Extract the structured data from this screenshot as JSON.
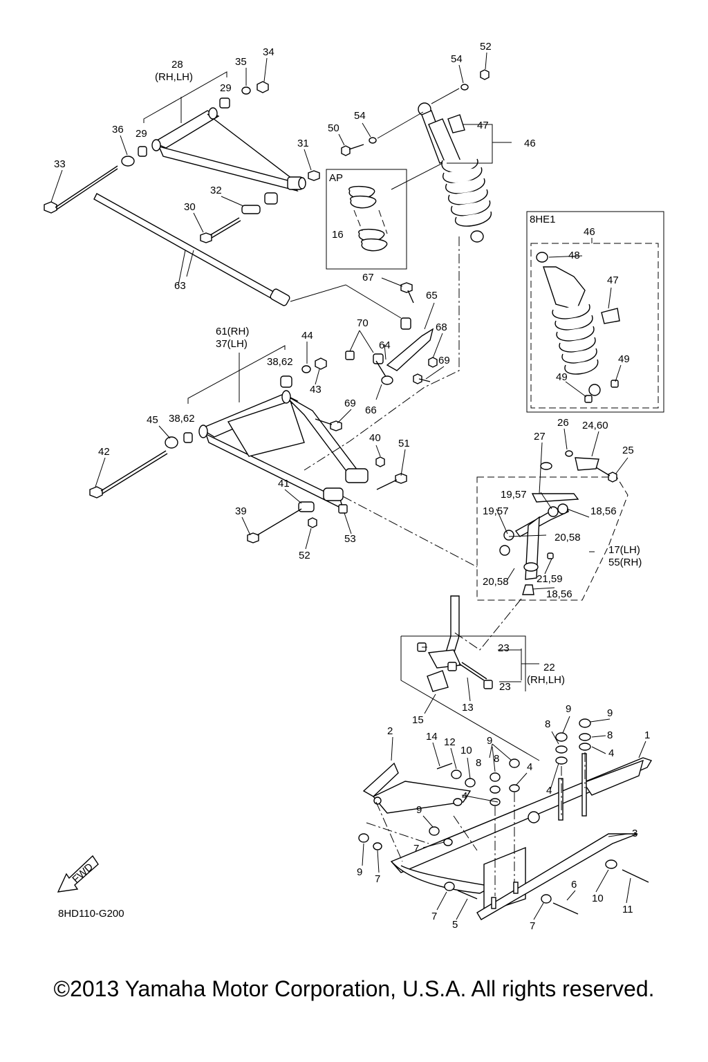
{
  "diagram_code": "8HD110-G200",
  "fwd_label": "FWD",
  "copyright": "©2013 Yamaha Motor Corporation, U.S.A. All rights reserved.",
  "boxes": {
    "ap": "AP",
    "variant": "8HE1"
  },
  "callouts": {
    "c28": "28",
    "c28b": "(RH,LH)",
    "c35": "35",
    "c34": "34",
    "c29a": "29",
    "c29b": "29",
    "c36": "36",
    "c33": "33",
    "c31": "31",
    "c32": "32",
    "c30": "30",
    "c63": "63",
    "c54a": "54",
    "c52a": "52",
    "c54b": "54",
    "c50": "50",
    "c47": "47",
    "c46": "46",
    "c16": "16",
    "c67": "67",
    "c65": "65",
    "c70": "70",
    "c68": "68",
    "c64": "64",
    "c69a": "69",
    "c66": "66",
    "c61": "61(RH)",
    "c37": "37(LH)",
    "c44": "44",
    "c3862a": "38,62",
    "c43": "43",
    "c69b": "69",
    "c45": "45",
    "c3862b": "38,62",
    "c42": "42",
    "c40": "40",
    "c51": "51",
    "c41": "41",
    "c39": "39",
    "c52b": "52",
    "c53": "53",
    "v46": "46",
    "v48": "48",
    "v47": "47",
    "v49a": "49",
    "v49b": "49",
    "c26": "26",
    "c2460": "24,60",
    "c27": "27",
    "c25": "25",
    "c1957a": "19,57",
    "c1957b": "19,57",
    "c1856a": "18,56",
    "c2058a": "20,58",
    "c17": "17(LH)",
    "c55": "55(RH)",
    "c2159": "21,59",
    "c2058b": "20,58",
    "c1856b": "18,56",
    "c23a": "23",
    "c22": "22",
    "c22b": "(RH,LH)",
    "c23b": "23",
    "c15": "15",
    "c13": "13",
    "c9a": "9",
    "c9b": "9",
    "c8a": "8",
    "c8b": "8",
    "c1": "1",
    "c4a": "4",
    "c14": "14",
    "c12": "12",
    "c10a": "10",
    "c9c": "9",
    "c8c": "8",
    "c8d": "8",
    "c4b": "4",
    "c2": "2",
    "c4c": "4",
    "c4d": "4",
    "c9d": "9",
    "c7a": "7",
    "c3": "3",
    "c9e": "9",
    "c7b": "7",
    "c6": "6",
    "c10b": "10",
    "c11": "11",
    "c7c": "7",
    "c5": "5",
    "c7d": "7"
  }
}
